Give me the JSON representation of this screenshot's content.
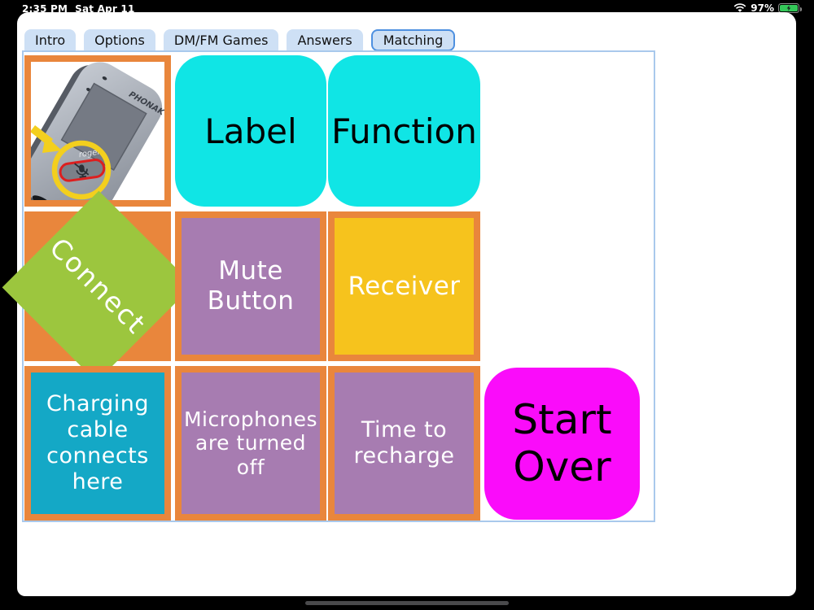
{
  "status_bar": {
    "time": "2:35 PM",
    "date": "Sat Apr 11",
    "battery_percent": "97%",
    "wifi_icon": "wifi-icon",
    "battery_icon": "battery-charging-icon"
  },
  "tabs": [
    {
      "label": "Intro",
      "selected": false
    },
    {
      "label": "Options",
      "selected": false
    },
    {
      "label": "DM/FM Games",
      "selected": false
    },
    {
      "label": "Answers",
      "selected": false
    },
    {
      "label": "Matching",
      "selected": true
    }
  ],
  "board": {
    "border_color": "#e9863c",
    "device_card": {
      "brand": "PHONAK",
      "label": "roger",
      "description": "gray Roger touchscreen mic device with yellow arrow and yellow circle highlighting red-outlined mute button with crossed-out microphone"
    },
    "cards": [
      {
        "id": "label",
        "text": "Label",
        "bg": "#10e5e5",
        "text_color": "#000000",
        "shape": "rounded"
      },
      {
        "id": "function",
        "text": "Function",
        "bg": "#10e5e5",
        "text_color": "#000000",
        "shape": "rounded"
      },
      {
        "id": "connect",
        "text": "Connect",
        "bg": "#9cc63e",
        "text_color": "#ffffff",
        "shape": "bordered"
      },
      {
        "id": "mute-button",
        "text": "Mute Button",
        "bg": "#a77cb1",
        "text_color": "#ffffff",
        "shape": "bordered"
      },
      {
        "id": "receiver",
        "text": "Receiver",
        "bg": "#f6c31d",
        "text_color": "#ffffff",
        "shape": "bordered"
      },
      {
        "id": "charging",
        "text": "Charging cable connects here",
        "bg": "#14a8c6",
        "text_color": "#ffffff",
        "shape": "bordered"
      },
      {
        "id": "microphones",
        "text": "Microphones are turned off",
        "bg": "#a77cb1",
        "text_color": "#ffffff",
        "shape": "bordered"
      },
      {
        "id": "recharge",
        "text": "Time to recharge",
        "bg": "#a77cb1",
        "text_color": "#ffffff",
        "shape": "bordered"
      },
      {
        "id": "start-over",
        "text": "Start Over",
        "bg": "#fa0cfa",
        "text_color": "#000000",
        "shape": "rounded"
      }
    ]
  }
}
